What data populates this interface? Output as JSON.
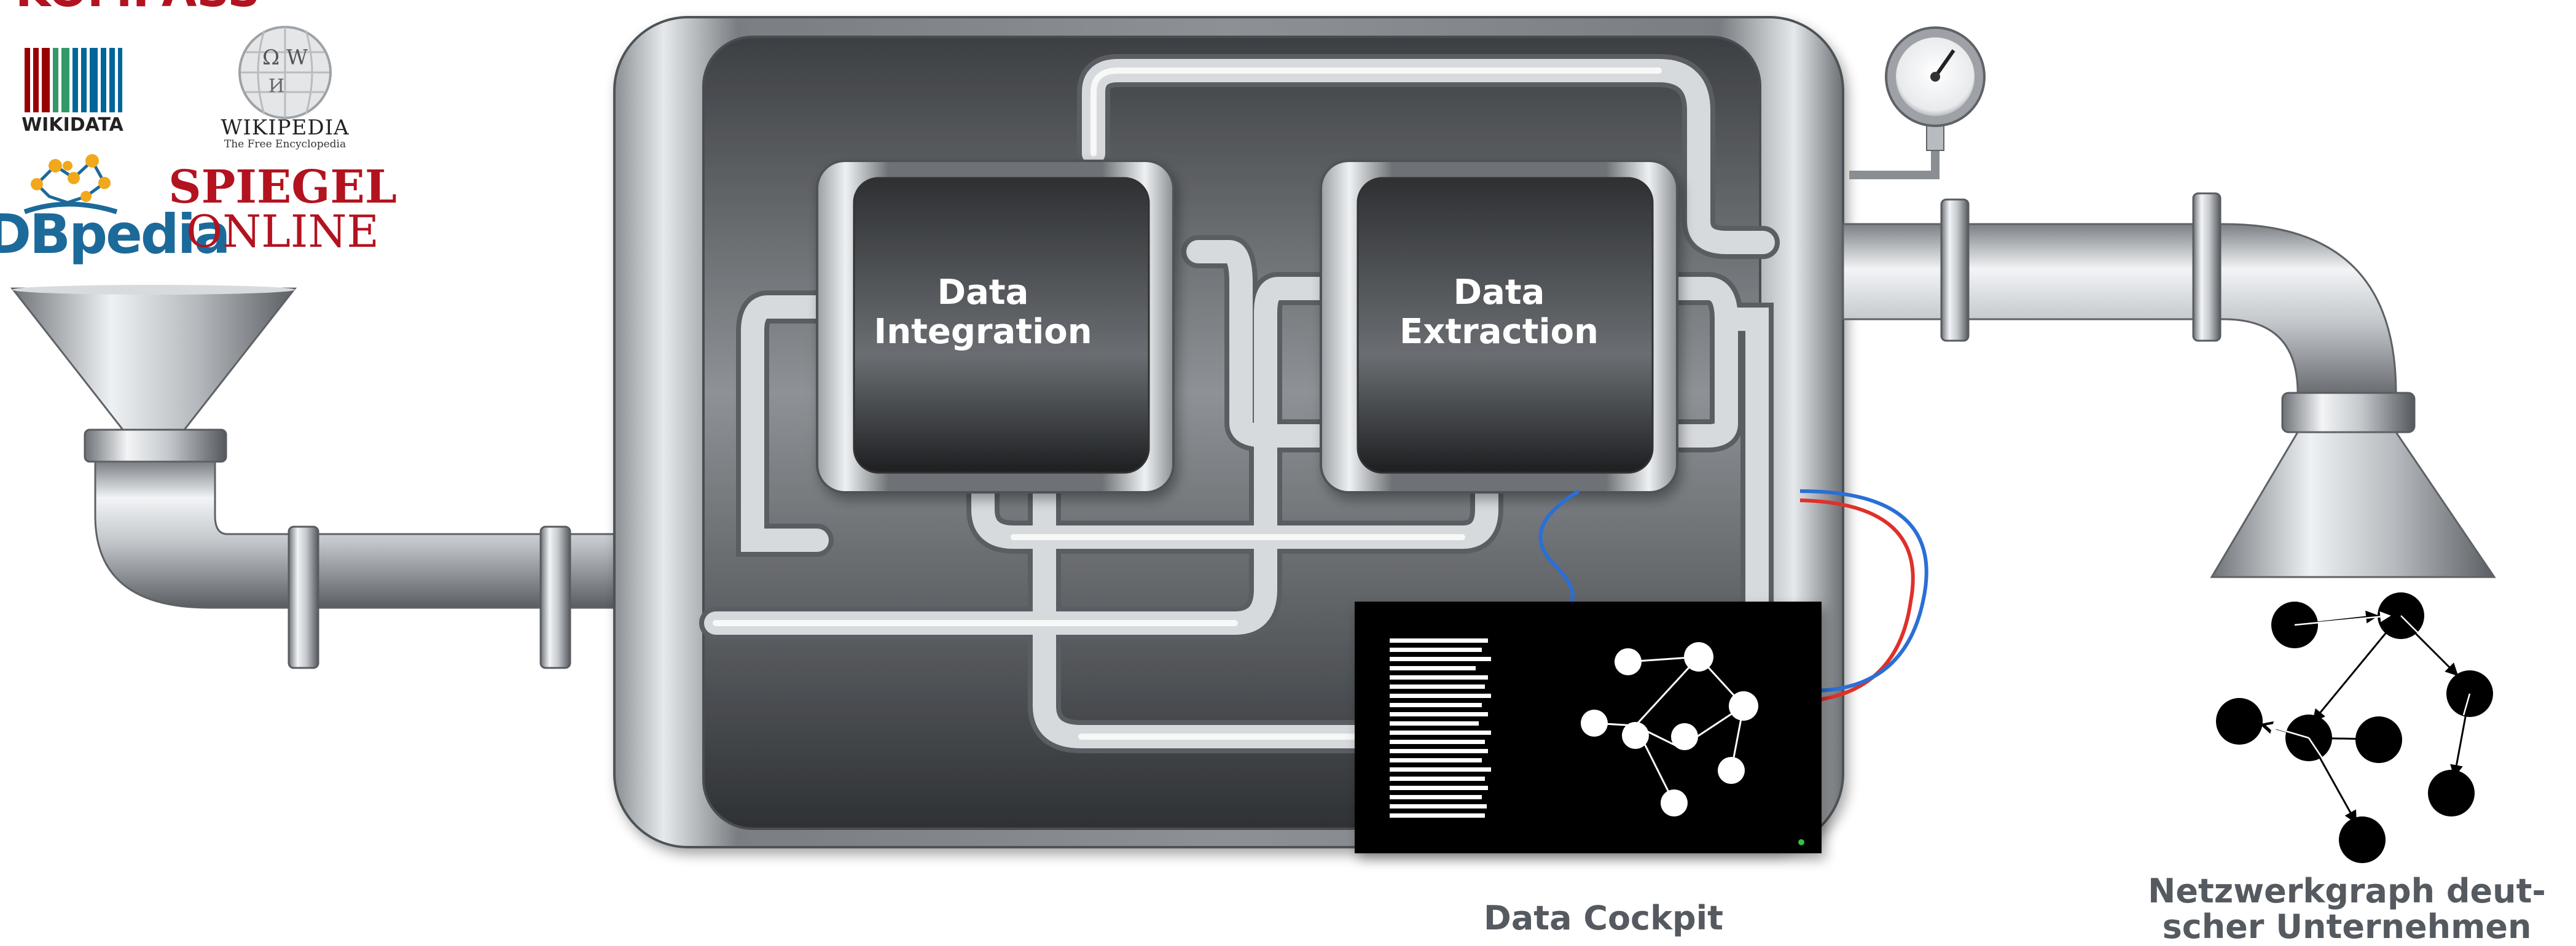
{
  "diagram": {
    "sources": {
      "header_cut": "KOMPASS",
      "wikidata": "WIKIDATA",
      "wikipedia_title": "WIKIPEDIA",
      "wikipedia_sub": "The Free Encyclopedia",
      "dbpedia": "DBpedia",
      "spiegel_line1": "SPIEGEL",
      "spiegel_line2": "ONLINE"
    },
    "stages": {
      "integration": {
        "line1": "Data",
        "line2": "Integration"
      },
      "extraction": {
        "line1": "Data",
        "line2": "Extraction"
      }
    },
    "cockpit": {
      "caption": "Data Cockpit"
    },
    "output": {
      "caption_line1": "Netzwerkgraph deut-",
      "caption_line2": "scher Unternehmen"
    },
    "colors": {
      "brand_red": "#b3121f",
      "wikidata_red": "#990000",
      "wikidata_green": "#339966",
      "wikidata_blue": "#006699",
      "dbpedia_blue": "#1c6a9a",
      "dbpedia_orange": "#f2a81c",
      "metal_dark": "#3a3d40",
      "metal_light": "#e9ecef",
      "caption_gray": "#555a60",
      "wire_red": "#e0302a",
      "wire_blue": "#2a6fd6"
    }
  }
}
